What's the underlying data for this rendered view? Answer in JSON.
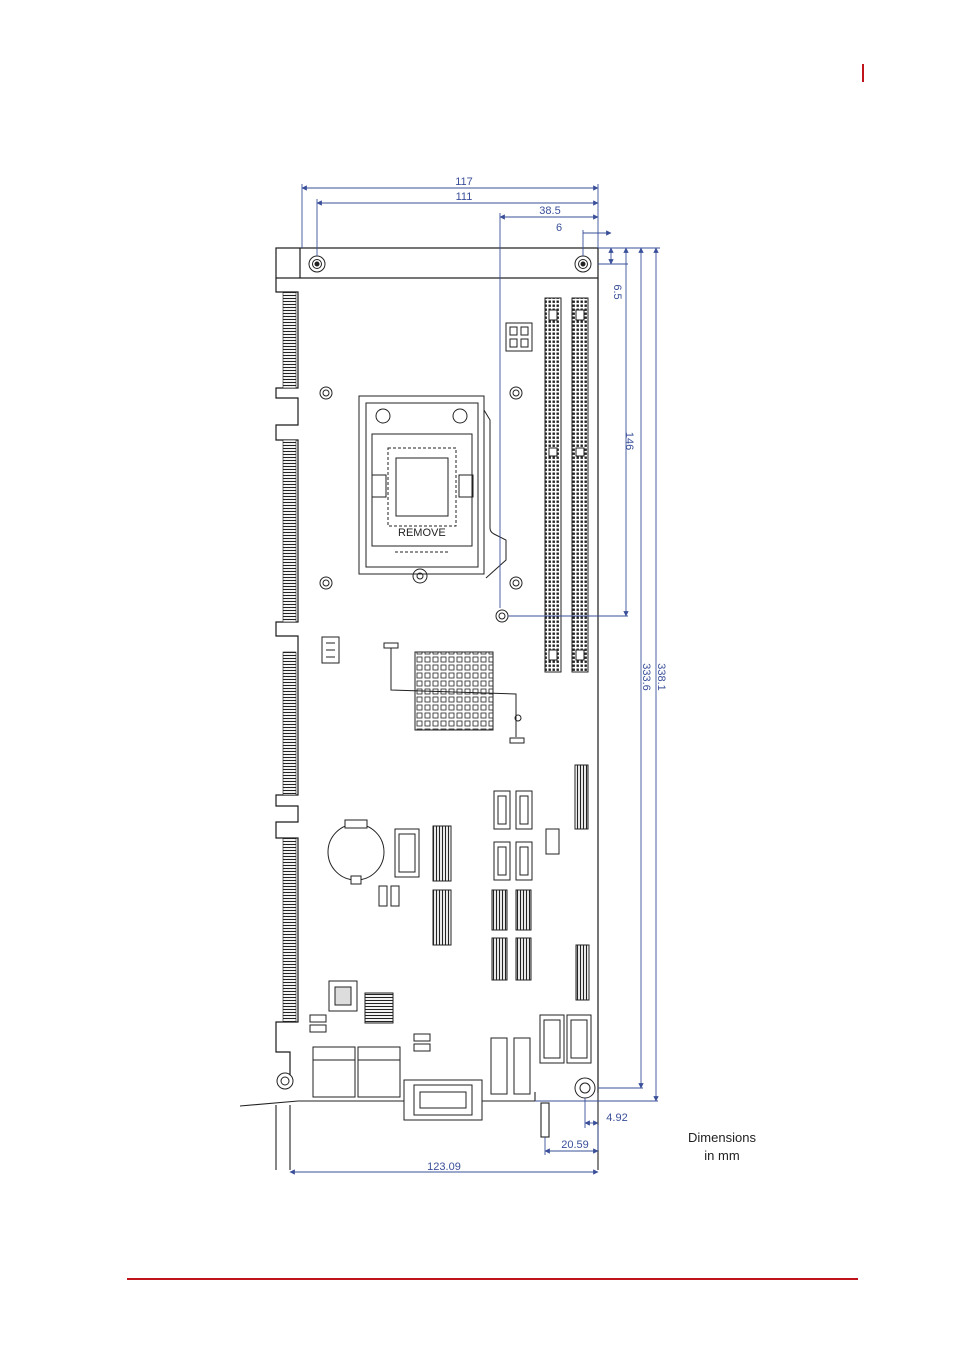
{
  "colors": {
    "accent": "#c0141c",
    "dimension": "#3a4f9a",
    "outline": "#1a1a1a"
  },
  "dimensions": {
    "w117": "117",
    "w111": "111",
    "w38_5": "38.5",
    "w6": "6",
    "h6_5": "6.5",
    "h146": "146",
    "h333_6": "333.6",
    "h338_1": "338.1",
    "w4_92": "4.92",
    "w20_59": "20.59",
    "w123_09": "123.09"
  },
  "board": {
    "socket_label": "REMOVE"
  },
  "caption": {
    "line1": "Dimensions",
    "line2": "in mm"
  }
}
